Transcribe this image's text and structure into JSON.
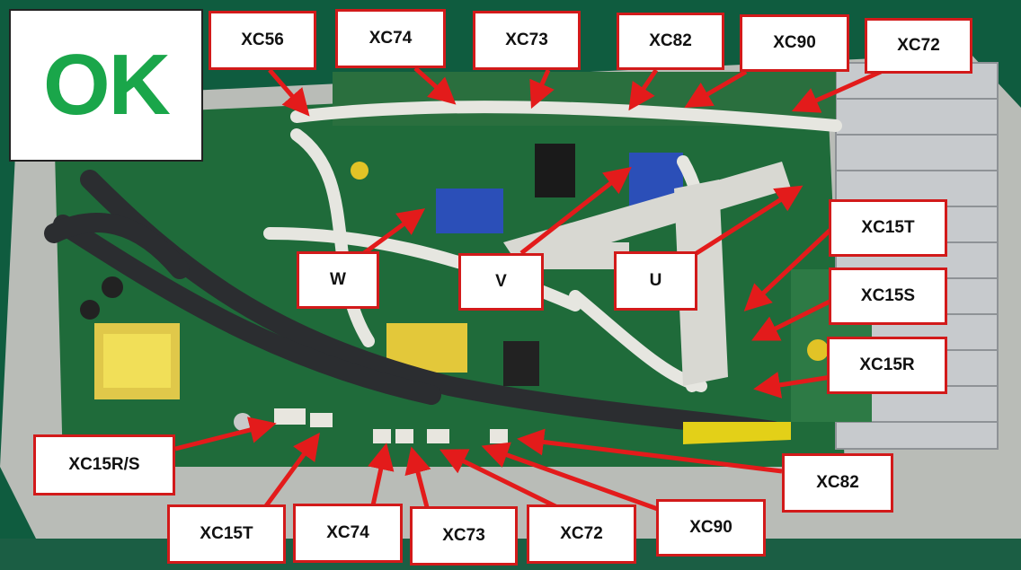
{
  "status": {
    "text": "OK",
    "color": "#1aa64a"
  },
  "accent_color": "#e31b1b",
  "labels": {
    "top_xc56": "XC56",
    "top_xc74": "XC74",
    "top_xc73": "XC73",
    "top_xc82": "XC82",
    "top_xc90": "XC90",
    "top_xc72": "XC72",
    "phase_w": "W",
    "phase_v": "V",
    "phase_u": "U",
    "right_xc15t": "XC15T",
    "right_xc15s": "XC15S",
    "right_xc15r": "XC15R",
    "left_xc15rs": "XC15R/S",
    "bottom_xc15t": "XC15T",
    "bottom_xc74": "XC74",
    "bottom_xc73": "XC73",
    "bottom_xc72": "XC72",
    "bottom_xc90": "XC90",
    "bottom_xc82": "XC82"
  }
}
